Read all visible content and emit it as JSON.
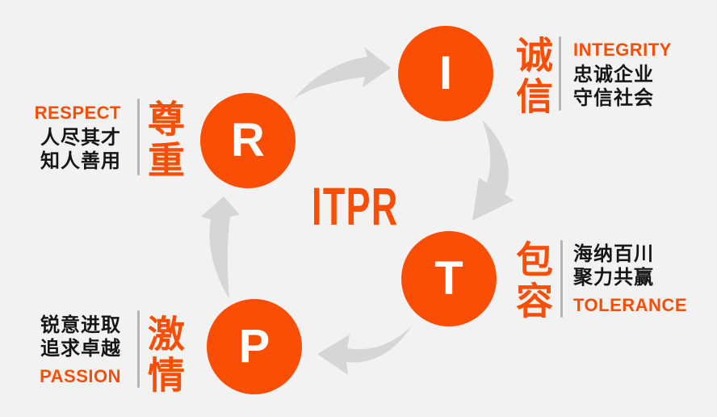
{
  "title": "ITPR",
  "colors": {
    "accent": "#FA4E04",
    "arrow": "#D6D6D6",
    "divider": "#B5B5B5",
    "background": "#F2F2F2",
    "dark_text": "#161616",
    "circle_letter": "#FFFFFF"
  },
  "nodes": [
    {
      "letter": "I",
      "cn": "诚信",
      "en": "INTEGRITY",
      "desc1": "忠诚企业",
      "desc2": "守信社会"
    },
    {
      "letter": "T",
      "cn": "包容",
      "en": "TOLERANCE",
      "desc1": "海纳百川",
      "desc2": "聚力共赢"
    },
    {
      "letter": "P",
      "cn": "激情",
      "en": "PASSION",
      "desc1": "锐意进取",
      "desc2": "追求卓越"
    },
    {
      "letter": "R",
      "cn": "尊重",
      "en": "RESPECT",
      "desc1": "人尽其才",
      "desc2": "知人善用"
    }
  ]
}
